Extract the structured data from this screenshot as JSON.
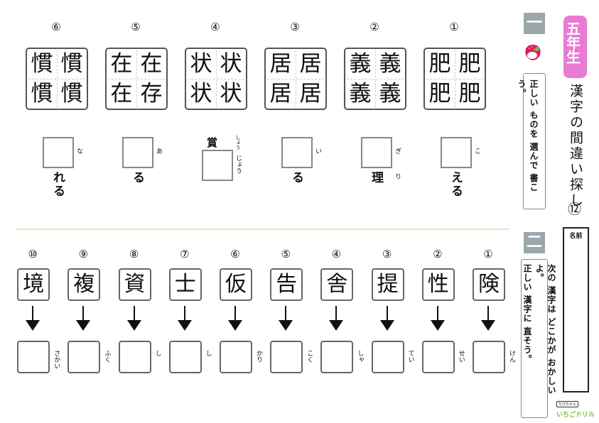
{
  "header": {
    "grade": "五年生",
    "title": "漢字の間違い探し",
    "sheet_number": "⑫"
  },
  "section1": {
    "badge": "一",
    "instruction": "正しい ものを 選んで 書こう。",
    "questions": [
      {
        "num": "①",
        "chars": [
          "肥",
          "肥",
          "肥",
          "肥"
        ],
        "furigana": "こ",
        "furigana_after": "",
        "suffix": "える",
        "prefix": ""
      },
      {
        "num": "②",
        "chars": [
          "義",
          "義",
          "義",
          "義"
        ],
        "furigana": "ぎ",
        "furigana_after": "り",
        "suffix": "理",
        "prefix": ""
      },
      {
        "num": "③",
        "chars": [
          "居",
          "居",
          "居",
          "居"
        ],
        "furigana": "い",
        "furigana_after": "",
        "suffix": "る",
        "prefix": ""
      },
      {
        "num": "④",
        "chars": [
          "状",
          "状",
          "状",
          "状"
        ],
        "furigana": "じょう",
        "furigana_after": "しょう",
        "suffix": "",
        "prefix": "賞"
      },
      {
        "num": "⑤",
        "chars": [
          "在",
          "在",
          "在",
          "存"
        ],
        "furigana": "あ",
        "furigana_after": "",
        "suffix": "る",
        "prefix": ""
      },
      {
        "num": "⑥",
        "chars": [
          "慣",
          "慣",
          "慣",
          "慣"
        ],
        "furigana": "な",
        "furigana_after": "",
        "suffix": "れる",
        "prefix": ""
      }
    ]
  },
  "section2": {
    "badge": "二",
    "instruction_line1": "次の 漢字は どこかが おかしいよ。",
    "instruction_line2": "正しい 漢字に 直そう。",
    "questions": [
      {
        "num": "①",
        "char": "険",
        "furigana": "けん"
      },
      {
        "num": "②",
        "char": "性",
        "furigana": "せい"
      },
      {
        "num": "③",
        "char": "提",
        "furigana": "てい"
      },
      {
        "num": "④",
        "char": "舎",
        "furigana": "しゃ"
      },
      {
        "num": "⑤",
        "char": "告",
        "furigana": "こく"
      },
      {
        "num": "⑥",
        "char": "仮",
        "furigana": "かり"
      },
      {
        "num": "⑦",
        "char": "士",
        "furigana": "し"
      },
      {
        "num": "⑧",
        "char": "資",
        "furigana": "し"
      },
      {
        "num": "⑨",
        "char": "複",
        "furigana": "ふく"
      },
      {
        "num": "⑩",
        "char": "境",
        "furigana": "さかい"
      }
    ]
  },
  "name_field": {
    "label": "名前"
  },
  "logo": {
    "tag": "ちびちゃん",
    "brand": "いちごドリル"
  },
  "colors": {
    "grade_badge": "#e87bd3",
    "section_badge": "#9ba7ab",
    "divider": "#d9efb9",
    "logo_green": "#7ac143",
    "logo_pink": "#e84c8a"
  }
}
